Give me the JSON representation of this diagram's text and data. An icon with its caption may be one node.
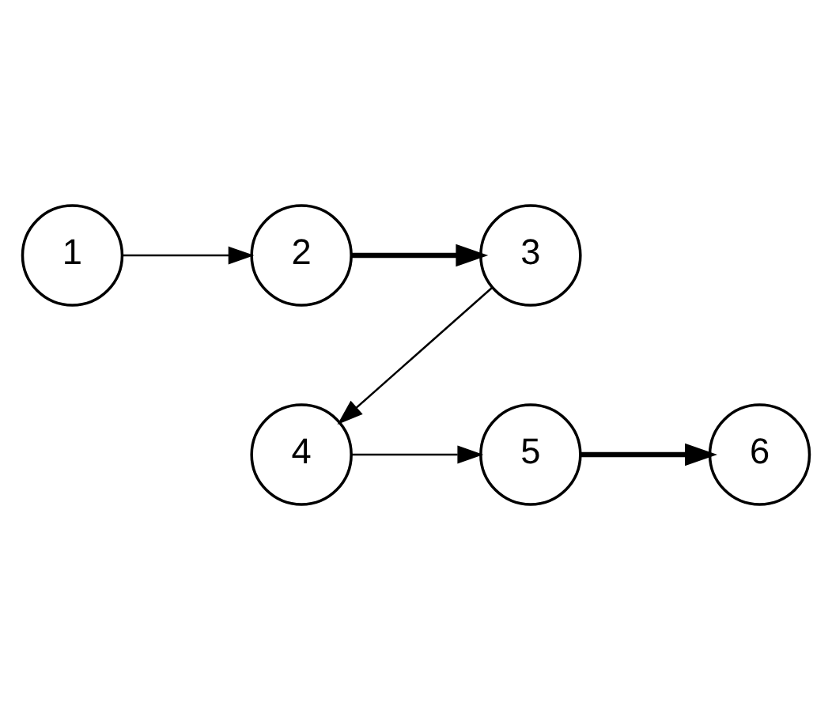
{
  "diagram": {
    "nodes": [
      {
        "text": [
          "1"
        ]
      },
      {
        "text": [
          "2"
        ]
      },
      {
        "text": [
          "3"
        ]
      },
      {
        "text": [
          "4"
        ]
      },
      {
        "text": [
          "5"
        ]
      },
      {
        "text": [
          "6"
        ]
      }
    ],
    "edges": [
      {
        "from": 0,
        "to": 1,
        "arrow": "to"
      },
      {
        "from": 1,
        "to": 2,
        "arrow": "to",
        "style": "thick"
      },
      {
        "from": 2,
        "to": 3,
        "arrow": "to"
      },
      {
        "from": 3,
        "to": 4,
        "arrow": "to"
      },
      {
        "from": 4,
        "to": 5,
        "arrow": "to",
        "style": "thick"
      }
    ]
  }
}
